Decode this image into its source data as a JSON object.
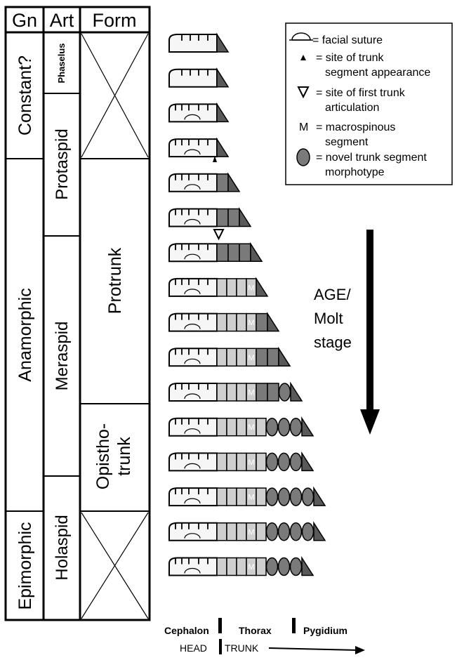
{
  "table": {
    "headers": {
      "gn": "Gn",
      "art": "Art",
      "form": "Form"
    },
    "gn": {
      "constant": "Constant?",
      "anamorphic": "Anamorphic",
      "epimorphic": "Epimorphic"
    },
    "art": {
      "phaselus": "Phaselus",
      "protaspid": "Protaspid",
      "meraspid": "Meraspid",
      "holaspid": "Holaspid"
    },
    "form": {
      "protrunk": "Protrunk",
      "opistho_line1": "Opistho-",
      "opistho_line2": "trunk"
    }
  },
  "legend": {
    "facial_suture": "= facial suture",
    "trunk_appearance_1": "= site of trunk",
    "trunk_appearance_2": "segment appearance",
    "first_articulation_1": "= site of first trunk",
    "first_articulation_2": "articulation",
    "macro_symbol": "M",
    "macro_1": "= macrospinous",
    "macro_2": "segment",
    "novel_1": "= novel trunk segment",
    "novel_2": "morphotype"
  },
  "age_arrow": {
    "line1": "AGE/",
    "line2": "Molt",
    "line3": "stage"
  },
  "bottom": {
    "cephalon": "Cephalon",
    "thorax": "Thorax",
    "pygidium": "Pygidium",
    "head": "HEAD",
    "trunk": "TRUNK"
  },
  "diagram_data": {
    "macro_label": "M",
    "stages": [
      {
        "thoracic": [],
        "pygidial_squares": 0,
        "ovals": 0
      },
      {
        "thoracic": [],
        "pygidial_squares": 0,
        "ovals": 0
      },
      {
        "thoracic": [],
        "pygidial_squares": 0,
        "ovals": 0
      },
      {
        "thoracic": [],
        "pygidial_squares": 0,
        "ovals": 0
      },
      {
        "thoracic": [],
        "pygidial_squares": 1,
        "ovals": 0
      },
      {
        "thoracic": [],
        "pygidial_squares": 2,
        "ovals": 0
      },
      {
        "thoracic": [],
        "pygidial_squares": 3,
        "ovals": 0
      },
      {
        "thoracic": [
          "n",
          "n",
          "n",
          "m"
        ],
        "pygidial_squares": 0,
        "ovals": 0
      },
      {
        "thoracic": [
          "n",
          "n",
          "n",
          "m"
        ],
        "pygidial_squares": 1,
        "ovals": 0
      },
      {
        "thoracic": [
          "n",
          "n",
          "n",
          "m"
        ],
        "pygidial_squares": 2,
        "ovals": 0
      },
      {
        "thoracic": [
          "n",
          "n",
          "n",
          "m"
        ],
        "pygidial_squares": 2,
        "ovals": 1
      },
      {
        "thoracic": [
          "n",
          "n",
          "n",
          "m",
          "n"
        ],
        "pygidial_squares": 0,
        "ovals": 3
      },
      {
        "thoracic": [
          "n",
          "n",
          "n",
          "m",
          "n"
        ],
        "pygidial_squares": 0,
        "ovals": 3
      },
      {
        "thoracic": [
          "n",
          "n",
          "n",
          "m",
          "n"
        ],
        "pygidial_squares": 0,
        "ovals": 4
      },
      {
        "thoracic": [
          "n",
          "n",
          "n",
          "m",
          "n"
        ],
        "pygidial_squares": 0,
        "ovals": 4
      },
      {
        "thoracic": [
          "n",
          "n",
          "n",
          "m",
          "n"
        ],
        "pygidial_squares": 0,
        "ovals": 3
      }
    ]
  }
}
